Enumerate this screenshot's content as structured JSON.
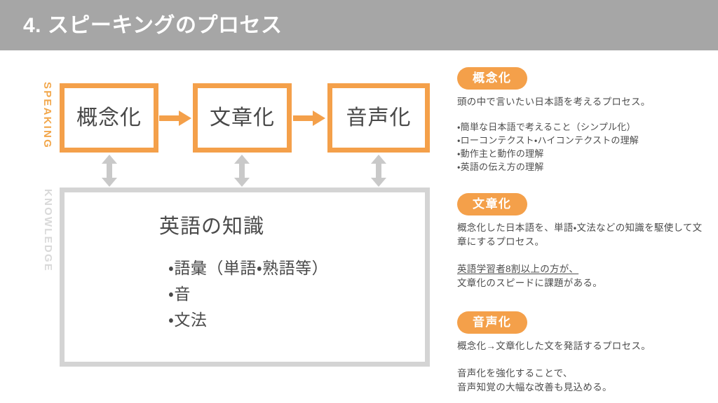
{
  "header": {
    "title": "4. スピーキングのプロセス",
    "bar_color": "#a6a6a6",
    "title_color": "#ffffff"
  },
  "theme": {
    "accent_orange": "#f4a04a",
    "box_gray": "#d4d4d4",
    "arrow_gray": "#c9c9c9",
    "text_gray": "#4a4a4a"
  },
  "diagram": {
    "speaking_label": "SPEAKING",
    "knowledge_label": "KNOWLEDGE",
    "process_boxes": [
      {
        "label": "概念化"
      },
      {
        "label": "文章化"
      },
      {
        "label": "音声化"
      }
    ],
    "flow_arrows": [
      {
        "name": "arrow-right-conceptualize-to-formulate"
      },
      {
        "name": "arrow-right-formulate-to-articulate"
      }
    ],
    "link_arrows": [
      {
        "name": "double-arrow-under-conceptualize"
      },
      {
        "name": "double-arrow-under-formulate"
      },
      {
        "name": "double-arrow-under-articulate"
      }
    ],
    "knowledge_box": {
      "title": "英語の知識",
      "items": [
        "語彙（単語・熟語等）",
        "音",
        "文法"
      ]
    }
  },
  "right_column": {
    "sections": [
      {
        "pill": "概念化",
        "lead": "頭の中で言いたい日本語を考えるプロセス。",
        "bullets": [
          "簡単な日本語で考えること（シンプル化）",
          "ローコンテクスト・ハイコンテクストの理解",
          "動作主と動作の理解",
          "英語の伝え方の理解"
        ],
        "note_underlined": "",
        "note": ""
      },
      {
        "pill": "文章化",
        "lead": "概念化した日本語を、単語・文法などの知識を駆使して文章にするプロセス。",
        "bullets": [],
        "note_underlined": "英語学習者8割以上の方が、",
        "note": "文章化のスピードに課題がある。"
      },
      {
        "pill": "音声化",
        "lead": "概念化→文章化した文を発話するプロセス。",
        "bullets": [],
        "note_underlined": "",
        "note_line1": "音声化を強化することで、",
        "note": "音声知覚の大幅な改善も見込める。"
      }
    ]
  }
}
